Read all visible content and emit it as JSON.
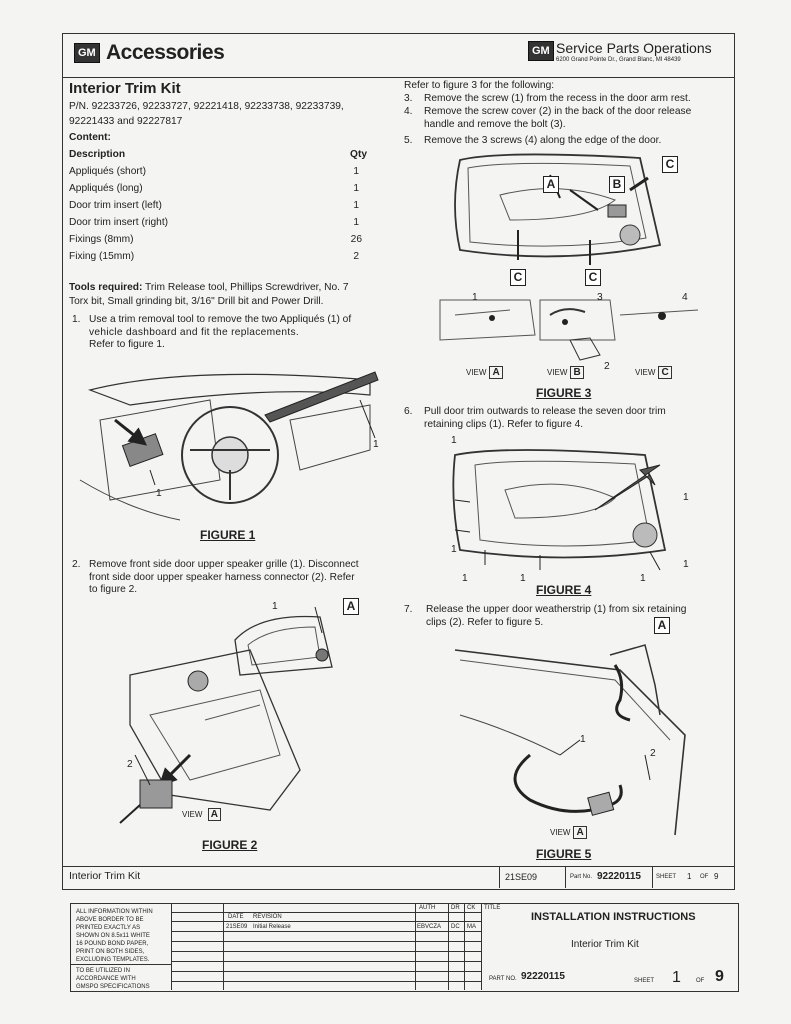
{
  "header": {
    "gm_badge": "GM",
    "brand": "Accessories",
    "service_title": "Service Parts Operations",
    "service_address": "6200 Grand Pointe Dr., Grand Blanc, MI 48439"
  },
  "kit": {
    "title": "Interior Trim Kit",
    "part_numbers": [
      "P/N. 92233726, 92233727, 92221418, 92233738, 92233739,",
      "92221433 and 92227817"
    ],
    "content_heading": "Content:",
    "col_description": "Description",
    "col_qty": "Qty",
    "items": [
      {
        "description": "Appliqués (short)",
        "qty": "1"
      },
      {
        "description": "Appliqués (long)",
        "qty": "1"
      },
      {
        "description": "Door trim insert (left)",
        "qty": "1"
      },
      {
        "description": "Door trim insert (right)",
        "qty": "1"
      },
      {
        "description": "Fixings (8mm)",
        "qty": "26"
      },
      {
        "description": "Fixing (15mm)",
        "qty": "2"
      }
    ]
  },
  "tools": {
    "label": "Tools required:",
    "lines": [
      " Trim Release tool, Phillips Screwdriver, No. 7",
      "Torx bit, Small grinding bit, 3/16\" Drill bit and Power Drill."
    ]
  },
  "steps_left": [
    {
      "num": "1.",
      "lines": [
        "Use a trim removal tool to remove the two Appliqués (1) of",
        "vehicle  dashboard  and  fit  the  replacements.",
        "Refer to figure 1."
      ]
    },
    {
      "num": "2.",
      "lines": [
        "Remove front side door upper speaker grille (1). Disconnect",
        "front side door upper speaker harness connector (2). Refer",
        "to figure 2."
      ]
    }
  ],
  "right_intro": "Refer to figure 3 for the following:",
  "steps_right": [
    {
      "num": "3.",
      "lines": [
        "Remove the screw (1) from the recess in the door arm rest."
      ]
    },
    {
      "num": "4.",
      "lines": [
        "Remove the screw cover (2) in the back of the door release",
        "handle and remove the bolt (3)."
      ]
    },
    {
      "num": "5.",
      "lines": [
        "Remove the 3 screws (4) along the edge of the door."
      ]
    },
    {
      "num": "6.",
      "lines": [
        "Pull door trim outwards to release the seven door trim",
        "retaining clips (1). Refer to figure 4."
      ]
    },
    {
      "num": "7.",
      "lines": [
        "Release the upper door weatherstrip (1) from six retaining",
        "clips (2). Refer to figure 5."
      ]
    }
  ],
  "figures": {
    "fig1": "FIGURE 1",
    "fig2": "FIGURE 2",
    "fig3": "FIGURE 3",
    "fig4": "FIGURE 4",
    "fig5": "FIGURE 5",
    "view_word": "VIEW",
    "labels": {
      "a": "A",
      "b": "B",
      "c": "C",
      "n1": "1",
      "n2": "2",
      "n3": "3",
      "n4": "4"
    }
  },
  "footer": {
    "kit_name": "Interior Trim Kit",
    "code": "21SE09",
    "part_label": "Part No.",
    "part_no": "92220115",
    "sheet_label": "SHEET",
    "sheet_num": "1",
    "of_label": "OF",
    "sheet_total": "9"
  },
  "title_block": {
    "notice": [
      "ALL INFORMATION WITHIN",
      "ABOVE BORDER TO BE",
      "PRINTED EXACTLY AS",
      "SHOWN ON 8.5x11 WHITE",
      "16 POUND BOND PAPER,",
      "PRINT ON BOTH SIDES,",
      "EXCLUDING TEMPLATES."
    ],
    "notice2": [
      "TO BE UTILIZED IN",
      "ACCORDANCE WITH",
      "GMSPO SPECIFICATIONS"
    ],
    "date_h": "DATE",
    "revision_h": "REVISION",
    "auth_h": "AUTH",
    "dr_h": "DR",
    "ck_h": "CK",
    "title_h": "TITLE",
    "date": "21SE09",
    "revision": "Initial Release",
    "auth": "EBVCZA",
    "dr": "DC",
    "ck": "MA",
    "main_title": "INSTALLATION INSTRUCTIONS",
    "sub_title": "Interior Trim Kit",
    "part_label": "PART NO.",
    "part_no": "92220115",
    "sheet_label": "SHEET",
    "sheet_num": "1",
    "of_label": "OF",
    "sheet_total": "9"
  },
  "colors": {
    "ink": "#222222",
    "paper": "#f4f4f2"
  }
}
